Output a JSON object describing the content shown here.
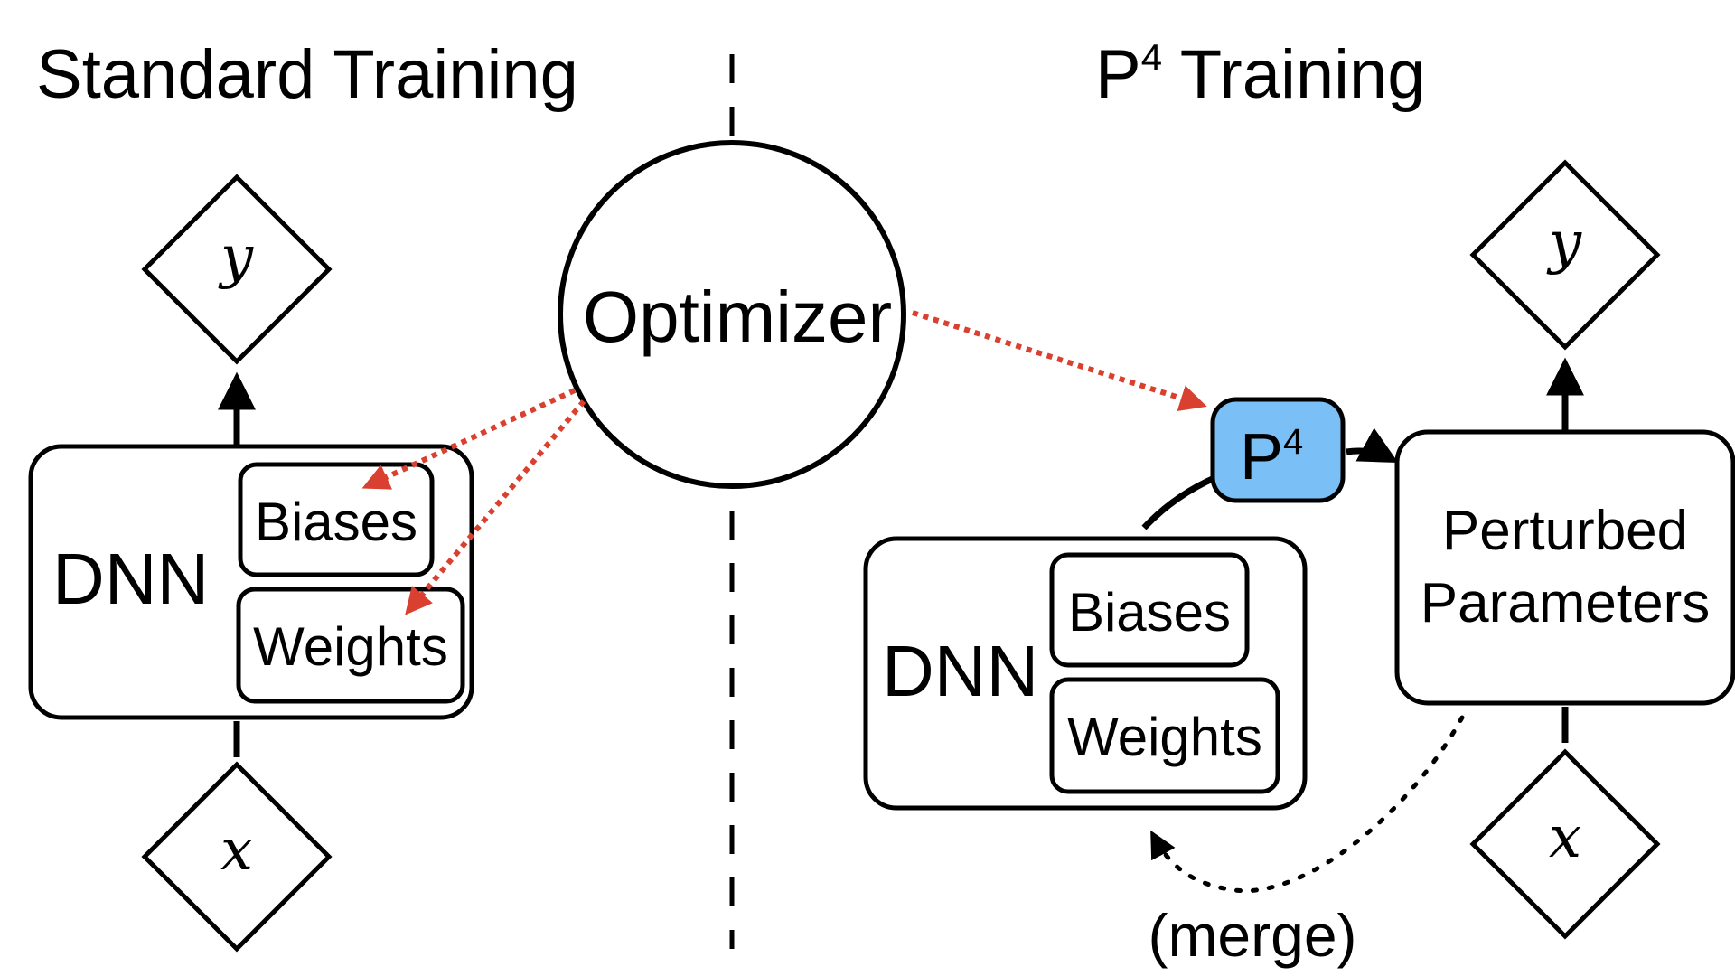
{
  "left_panel": {
    "title": "Standard Training",
    "dnn_label": "DNN",
    "biases_label": "Biases",
    "weights_label": "Weights",
    "input_label": "x",
    "output_label": "y"
  },
  "center": {
    "optimizer_label": "Optimizer"
  },
  "right_panel": {
    "title_prefix": "P",
    "title_superscript": "4",
    "title_suffix": " Training",
    "p4_prefix": "P",
    "p4_superscript": "4",
    "dnn_label": "DNN",
    "biases_label": "Biases",
    "weights_label": "Weights",
    "perturbed_line1": "Perturbed",
    "perturbed_line2": "Parameters",
    "merge_label": "(merge)",
    "input_label": "x",
    "output_label": "y"
  },
  "colors": {
    "optimizer_arrow": "#d9402f",
    "p4_fill": "#7abff5",
    "stroke": "#000000"
  }
}
